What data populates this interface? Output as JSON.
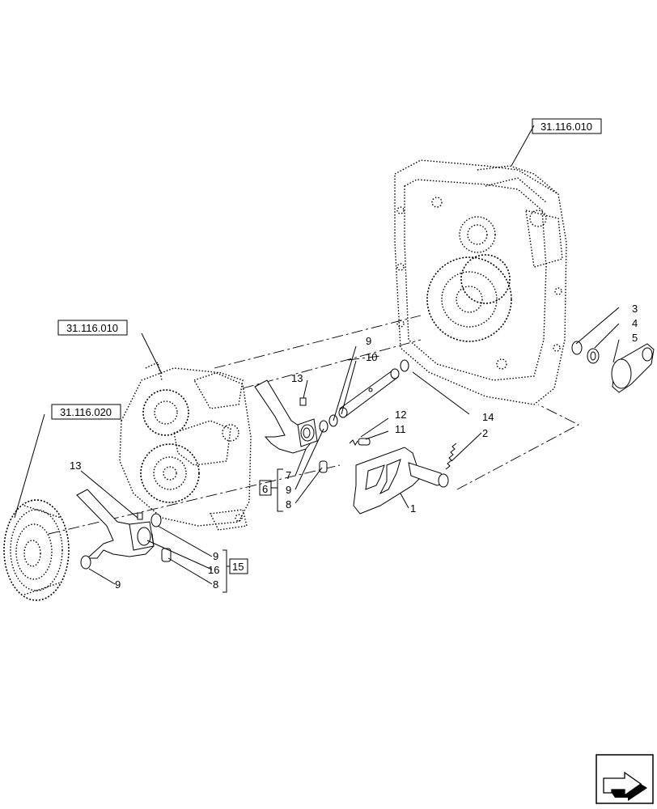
{
  "references": {
    "top_right": "31.116.010",
    "left_middle": "31.116.010",
    "left_lower": "31.116.020"
  },
  "callouts": {
    "c1": "1",
    "c2": "2",
    "c3": "3",
    "c4": "4",
    "c5": "5",
    "c6": "6",
    "c7": "7",
    "c8a": "8",
    "c8b": "8",
    "c9a": "9",
    "c9b": "9",
    "c9c": "9",
    "c9d": "9",
    "c10": "10",
    "c11": "11",
    "c12": "12",
    "c13a": "13",
    "c13b": "13",
    "c14": "14",
    "c15": "15",
    "c16": "16"
  },
  "nav_icon": "next-page-arrow-icon"
}
